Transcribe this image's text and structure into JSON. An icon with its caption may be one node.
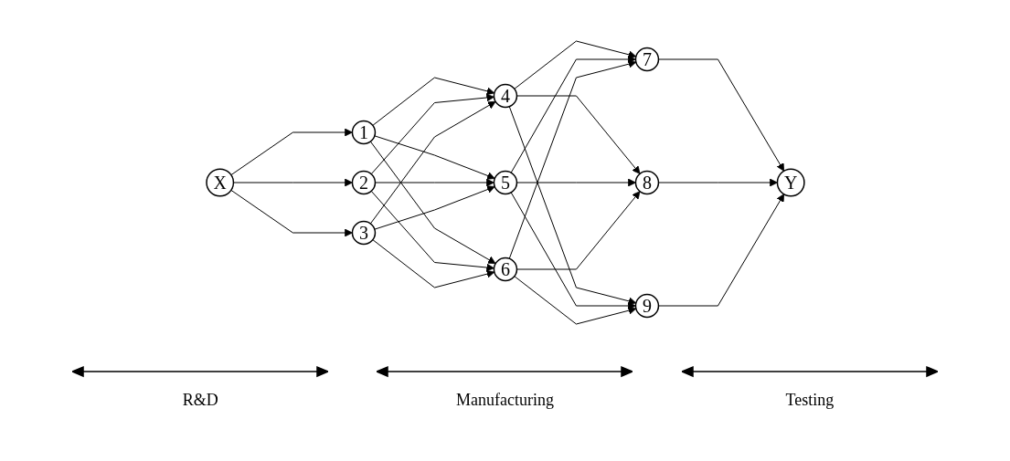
{
  "diagram": {
    "nodes": [
      {
        "text": [
          "X"
        ]
      },
      {
        "text": [
          "1"
        ]
      },
      {
        "text": [
          "2"
        ]
      },
      {
        "text": [
          "3"
        ]
      },
      {
        "text": [
          "4"
        ]
      },
      {
        "text": [
          "5"
        ]
      },
      {
        "text": [
          "6"
        ]
      },
      {
        "text": [
          "7"
        ]
      },
      {
        "text": [
          "8"
        ]
      },
      {
        "text": [
          "9"
        ]
      },
      {
        "text": [
          "Y"
        ]
      }
    ],
    "edges": [
      {
        "from": 0,
        "to": 1,
        "arrow": "to"
      },
      {
        "from": 0,
        "to": 2,
        "arrow": "to"
      },
      {
        "from": 0,
        "to": 3,
        "arrow": "to"
      },
      {
        "from": 1,
        "to": 4,
        "arrow": "to"
      },
      {
        "from": 1,
        "to": 5,
        "arrow": "to"
      },
      {
        "from": 1,
        "to": 6,
        "arrow": "to"
      },
      {
        "from": 2,
        "to": 4,
        "arrow": "to"
      },
      {
        "from": 2,
        "to": 5,
        "arrow": "to"
      },
      {
        "from": 2,
        "to": 6,
        "arrow": "to"
      },
      {
        "from": 3,
        "to": 4,
        "arrow": "to"
      },
      {
        "from": 3,
        "to": 5,
        "arrow": "to"
      },
      {
        "from": 3,
        "to": 6,
        "arrow": "to"
      },
      {
        "from": 4,
        "to": 7,
        "arrow": "to"
      },
      {
        "from": 4,
        "to": 8,
        "arrow": "to"
      },
      {
        "from": 4,
        "to": 9,
        "arrow": "to"
      },
      {
        "from": 5,
        "to": 7,
        "arrow": "to"
      },
      {
        "from": 5,
        "to": 8,
        "arrow": "to"
      },
      {
        "from": 5,
        "to": 9,
        "arrow": "to"
      },
      {
        "from": 6,
        "to": 7,
        "arrow": "to"
      },
      {
        "from": 6,
        "to": 8,
        "arrow": "to"
      },
      {
        "from": 6,
        "to": 9,
        "arrow": "to"
      },
      {
        "from": 7,
        "to": 10,
        "arrow": "to"
      },
      {
        "from": 8,
        "to": 10,
        "arrow": "to"
      },
      {
        "from": 9,
        "to": 10,
        "arrow": "to"
      }
    ],
    "labels": [
      "R&D",
      "Manufacturing",
      "Testing"
    ]
  }
}
